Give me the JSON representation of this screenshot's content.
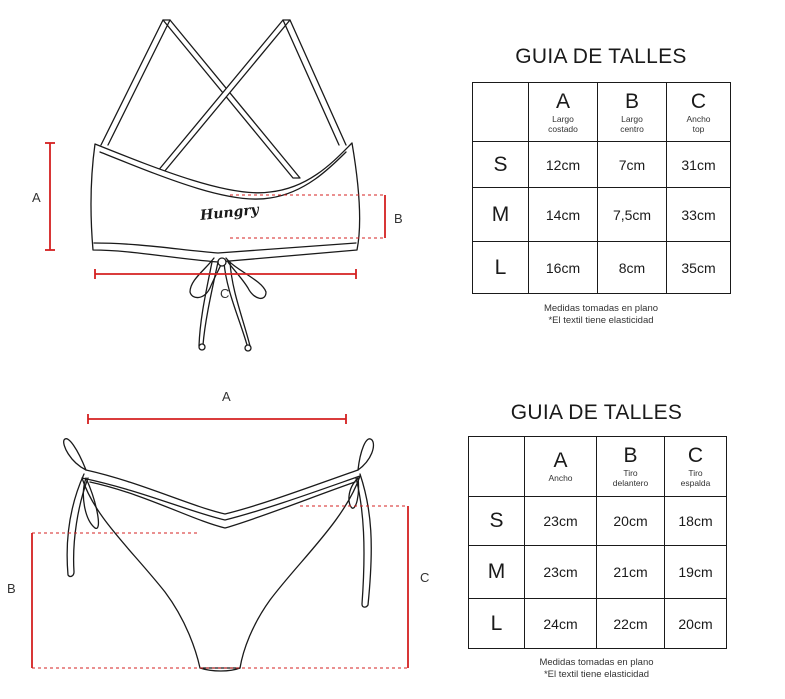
{
  "top_guide": {
    "title": "GUIA DE TALLES",
    "columns": [
      {
        "letter": "A",
        "desc_line1": "Largo",
        "desc_line2": "costado"
      },
      {
        "letter": "B",
        "desc_line1": "Largo",
        "desc_line2": "centro"
      },
      {
        "letter": "C",
        "desc_line1": "Ancho",
        "desc_line2": "top"
      }
    ],
    "rows": [
      {
        "size": "S",
        "values": [
          "12cm",
          "7cm",
          "31cm"
        ]
      },
      {
        "size": "M",
        "values": [
          "14cm",
          "7,5cm",
          "33cm"
        ]
      },
      {
        "size": "L",
        "values": [
          "16cm",
          "8cm",
          "35cm"
        ]
      }
    ],
    "note_line1": "Medidas tomadas en plano",
    "note_line2": "*El textil tiene elasticidad"
  },
  "bottom_guide": {
    "title": "GUIA DE TALLES",
    "columns": [
      {
        "letter": "A",
        "desc_line1": "Ancho",
        "desc_line2": ""
      },
      {
        "letter": "B",
        "desc_line1": "Tiro",
        "desc_line2": "delantero"
      },
      {
        "letter": "C",
        "desc_line1": "Tiro",
        "desc_line2": "espalda"
      }
    ],
    "rows": [
      {
        "size": "S",
        "values": [
          "23cm",
          "20cm",
          "18cm"
        ]
      },
      {
        "size": "M",
        "values": [
          "23cm",
          "21cm",
          "19cm"
        ]
      },
      {
        "size": "L",
        "values": [
          "24cm",
          "22cm",
          "20cm"
        ]
      }
    ],
    "note_line1": "Medidas tomadas en plano",
    "note_line2": "*El textil tiene elasticidad"
  },
  "top_illustration": {
    "brand_logo": "Hungry",
    "labels": {
      "a": "A",
      "b": "B",
      "c": "C"
    }
  },
  "bottom_illustration": {
    "labels": {
      "a": "A",
      "b": "B",
      "c": "C"
    }
  },
  "colors": {
    "measure_line": "#d42020",
    "outline": "#1a1a1a"
  }
}
